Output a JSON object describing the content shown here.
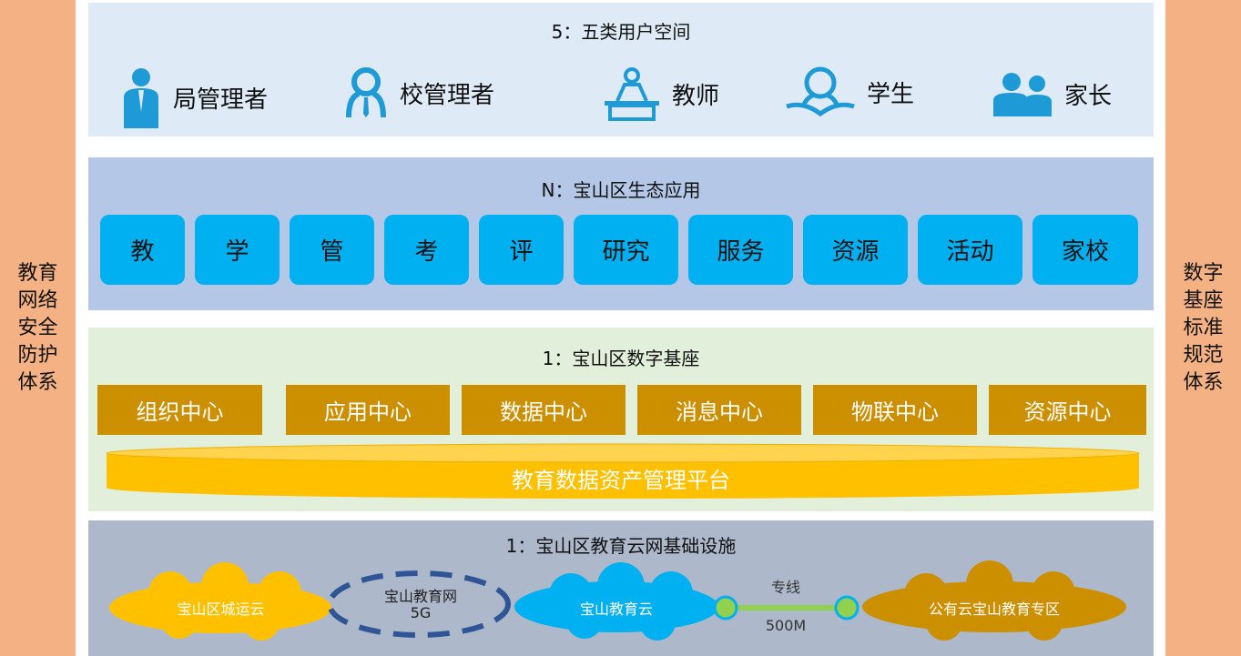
{
  "left_bar": {
    "label": "教育网络安全防护体系"
  },
  "right_bar": {
    "label": "数字基座标准规范体系"
  },
  "users": {
    "title": "5：五类用户空间",
    "items": [
      {
        "label": "局管理者",
        "icon": "bureau-admin-icon"
      },
      {
        "label": "校管理者",
        "icon": "school-admin-icon"
      },
      {
        "label": "教师",
        "icon": "teacher-icon"
      },
      {
        "label": "学生",
        "icon": "student-icon"
      },
      {
        "label": "家长",
        "icon": "parent-icon"
      }
    ]
  },
  "apps": {
    "title": "N：宝山区生态应用",
    "items": [
      "教",
      "学",
      "管",
      "考",
      "评",
      "研究",
      "服务",
      "资源",
      "活动",
      "家校"
    ]
  },
  "base": {
    "title": "1：宝山区数字基座",
    "centers": [
      "组织中心",
      "应用中心",
      "数据中心",
      "消息中心",
      "物联中心",
      "资源中心"
    ],
    "platform": "教育数据资产管理平台"
  },
  "infra": {
    "title": "1：宝山区教育云网基础设施",
    "city_cloud": "宝山区城运云",
    "network_line1": "宝山教育网",
    "network_line2": "5G",
    "edu_cloud": "宝山教育云",
    "link_label": "专线",
    "link_speed": "500M",
    "public_cloud": "公有云宝山教育专区"
  },
  "colors": {
    "side": "#f4b183",
    "tile": "#00b0f0",
    "gold": "#cc8f00",
    "platform": "#ffc000",
    "icon": "#1e9ad6"
  }
}
